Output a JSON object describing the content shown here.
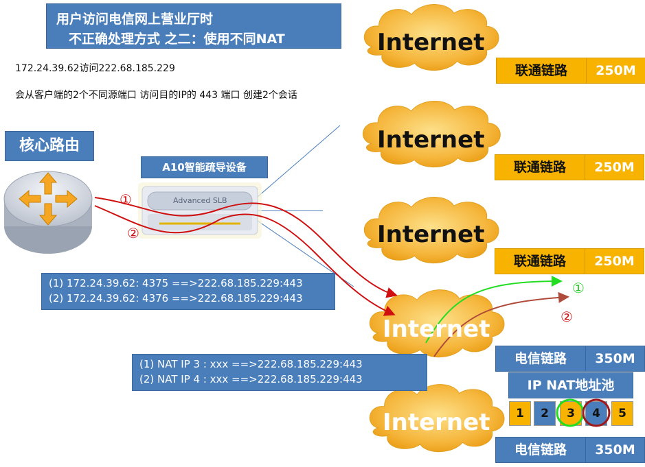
{
  "title": {
    "line1": "用户访问电信网上营业厅时",
    "line2": "不正确处理方式 之二：使用不同NAT"
  },
  "intro": {
    "line1": "172.24.39.62访问222.68.185.229",
    "line2": "会从客户端的2个不同源端口 访问目的IP的 443 端口 创建2个会话"
  },
  "core_router_label": "核心路由",
  "device_label": "A10智能疏导设备",
  "device_panel_text": "Advanced SLB",
  "flow_markers": {
    "one": "①",
    "two": "②"
  },
  "client_flows": [
    "(1) 172.24.39.62: 4375 ==>222.68.185.229:443",
    "(2) 172.24.39.62: 4376 ==>222.68.185.229:443"
  ],
  "nat_flows": [
    "(1) NAT IP 3 : xxx ==>222.68.185.229:443",
    "(2) NAT IP 4 : xxx ==>222.68.185.229:443"
  ],
  "clouds": [
    {
      "label": "Internet"
    },
    {
      "label": "Internet"
    },
    {
      "label": "Internet"
    },
    {
      "label": "Internet"
    },
    {
      "label": "Internet"
    }
  ],
  "links": [
    {
      "name": "联通链路",
      "bandwidth": "250M"
    },
    {
      "name": "联通链路",
      "bandwidth": "250M"
    },
    {
      "name": "联通链路",
      "bandwidth": "250M"
    },
    {
      "name": "电信链路",
      "bandwidth": "350M"
    },
    {
      "name": "电信链路",
      "bandwidth": "350M"
    }
  ],
  "pool": {
    "title": "IP NAT地址池",
    "items": [
      "1",
      "2",
      "3",
      "4",
      "5"
    ]
  },
  "colors": {
    "blue_box": "#4a7ebb",
    "unicom_orange": "#f7b300",
    "cloud_fill": "#f4ad2a",
    "flow_red": "#d01010",
    "flow_green": "#22dd22",
    "flow_brown": "#b04a3a"
  }
}
